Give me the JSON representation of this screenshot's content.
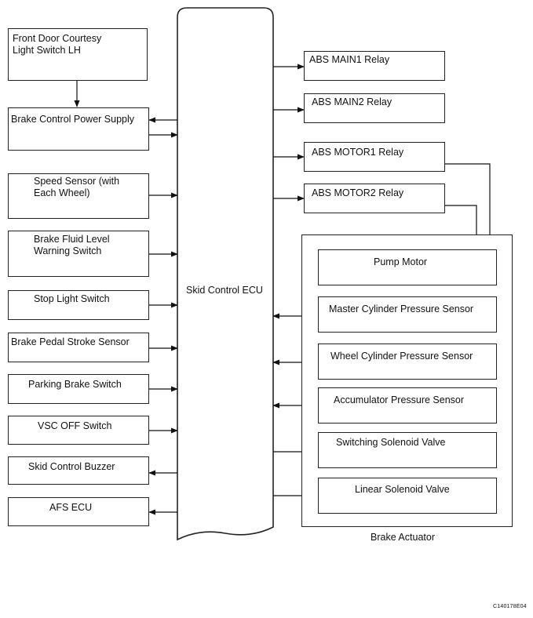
{
  "ecu": {
    "label": "Skid Control ECU"
  },
  "left_components": [
    {
      "label": "Front Door Courtesy\nLight Switch LH"
    },
    {
      "label": "Brake Control Power Supply"
    },
    {
      "label": "Speed Sensor (with\nEach Wheel)"
    },
    {
      "label": "Brake Fluid Level\nWarning Switch"
    },
    {
      "label": "Stop Light Switch"
    },
    {
      "label": "Brake Pedal Stroke Sensor"
    },
    {
      "label": "Parking Brake Switch"
    },
    {
      "label": "VSC OFF Switch"
    },
    {
      "label": "Skid Control Buzzer"
    },
    {
      "label": "AFS ECU"
    }
  ],
  "relays": [
    {
      "label": "ABS MAIN1 Relay"
    },
    {
      "label": "ABS MAIN2 Relay"
    },
    {
      "label": "ABS MOTOR1 Relay"
    },
    {
      "label": "ABS MOTOR2 Relay"
    }
  ],
  "actuator": {
    "label": "Brake Actuator",
    "components": [
      {
        "label": "Pump Motor"
      },
      {
        "label": "Master Cylinder Pressure Sensor"
      },
      {
        "label": "Wheel Cylinder Pressure Sensor"
      },
      {
        "label": "Accumulator Pressure Sensor"
      },
      {
        "label": "Switching Solenoid Valve"
      },
      {
        "label": "Linear Solenoid Valve"
      }
    ]
  },
  "figure_code": "C140178E04"
}
